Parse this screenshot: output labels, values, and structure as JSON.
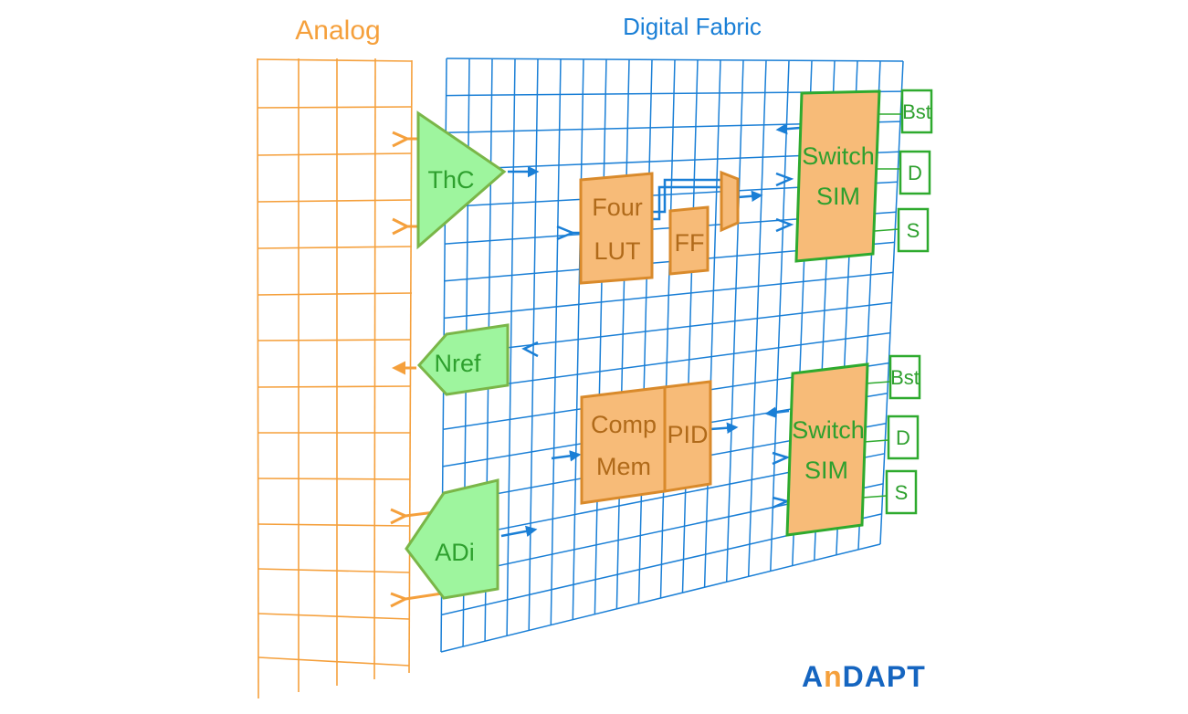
{
  "titles": {
    "analog": "Analog",
    "digital": "Digital Fabric"
  },
  "blocks": {
    "thc": "ThC",
    "nref": "Nref",
    "adi": "ADi",
    "four_lut_line1": "Four",
    "four_lut_line2": "LUT",
    "ff": "FF",
    "comp_mem_line1": "Comp",
    "comp_mem_line2": "Mem",
    "pid": "PID",
    "switch_top_line1": "Switch",
    "switch_top_line2": "SIM",
    "switch_bottom_line1": "Switch",
    "switch_bottom_line2": "SIM"
  },
  "pins_top": [
    "Bst",
    "D",
    "S"
  ],
  "pins_bottom": [
    "Bst",
    "D",
    "S"
  ],
  "logo": {
    "part1": "A",
    "part2": "n",
    "part3": "DAPT"
  },
  "colors": {
    "analog": "#f5a03c",
    "digital": "#1a7fd6",
    "block_fill": "#f7bb78",
    "block_stroke": "#d98a2b",
    "analog_block_fill": "#9ef59e",
    "analog_block_stroke": "#7ab648",
    "switch_stroke": "#2eaa2e",
    "green_text": "#2ea02e",
    "brown_text": "#b06a1a",
    "logo_blue": "#1565c0",
    "logo_orange": "#f5a03c"
  }
}
